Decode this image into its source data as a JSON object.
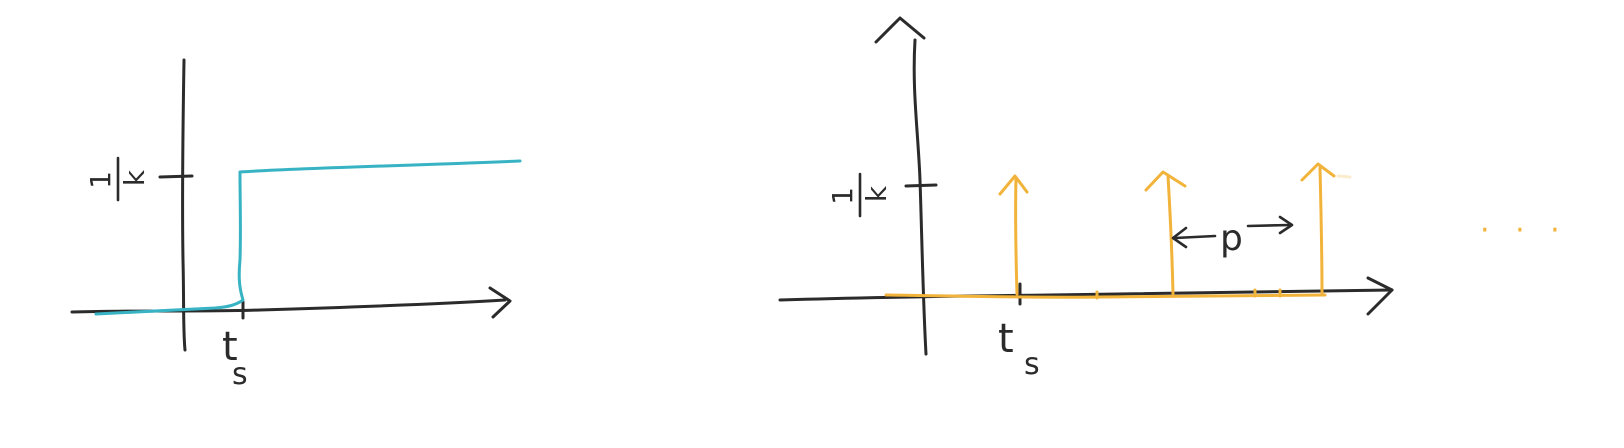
{
  "colors": {
    "ink": "#2b2b2b",
    "step": "#37b3c4",
    "impulse": "#f2b33a"
  },
  "left_plot": {
    "tick_label": "1/k",
    "tick_numerator": "1",
    "tick_denominator": "k",
    "x_label_main": "t",
    "x_label_sub": "s"
  },
  "right_plot": {
    "tick_label": "1/k",
    "tick_numerator": "1",
    "tick_denominator": "k",
    "x_label_main": "t",
    "x_label_sub": "s",
    "period_label": "p",
    "continuation": "· · ·"
  }
}
